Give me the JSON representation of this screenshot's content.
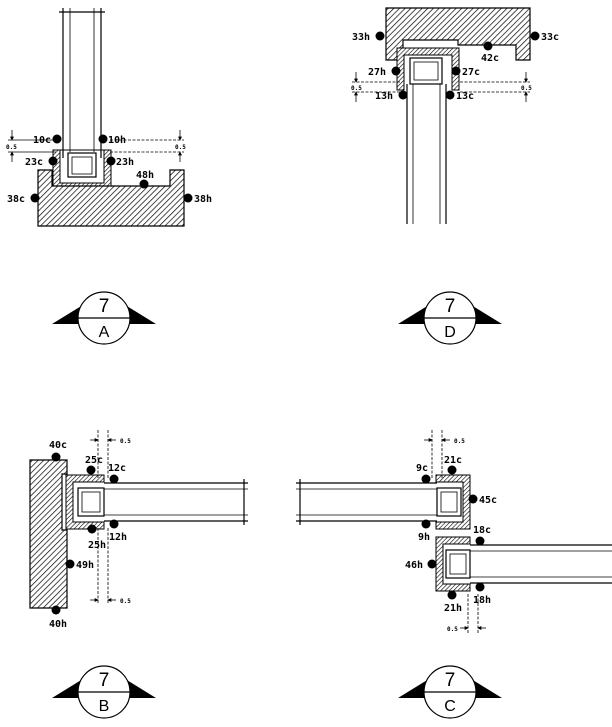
{
  "details": {
    "A": {
      "labels": [
        "10c",
        "10h",
        "23c",
        "23h",
        "48h",
        "38c",
        "38h"
      ],
      "dims": [
        "0.5",
        "0.5"
      ]
    },
    "D": {
      "labels": [
        "33h",
        "33c",
        "42c",
        "27h",
        "27c",
        "13h",
        "13c"
      ],
      "dims": [
        "0.5",
        "0.5"
      ]
    },
    "B": {
      "labels": [
        "40c",
        "25c",
        "12c",
        "25h",
        "12h",
        "49h",
        "40h"
      ],
      "dims": [
        "0.5",
        "0.5"
      ]
    },
    "C": {
      "labels": [
        "9c",
        "21c",
        "45c",
        "9h",
        "18c",
        "46h",
        "21h",
        "18h"
      ],
      "dims": [
        "0.5",
        "0.5"
      ]
    }
  },
  "markers": [
    {
      "number": "7",
      "letter": "A"
    },
    {
      "number": "7",
      "letter": "D"
    },
    {
      "number": "7",
      "letter": "B"
    },
    {
      "number": "7",
      "letter": "C"
    }
  ]
}
